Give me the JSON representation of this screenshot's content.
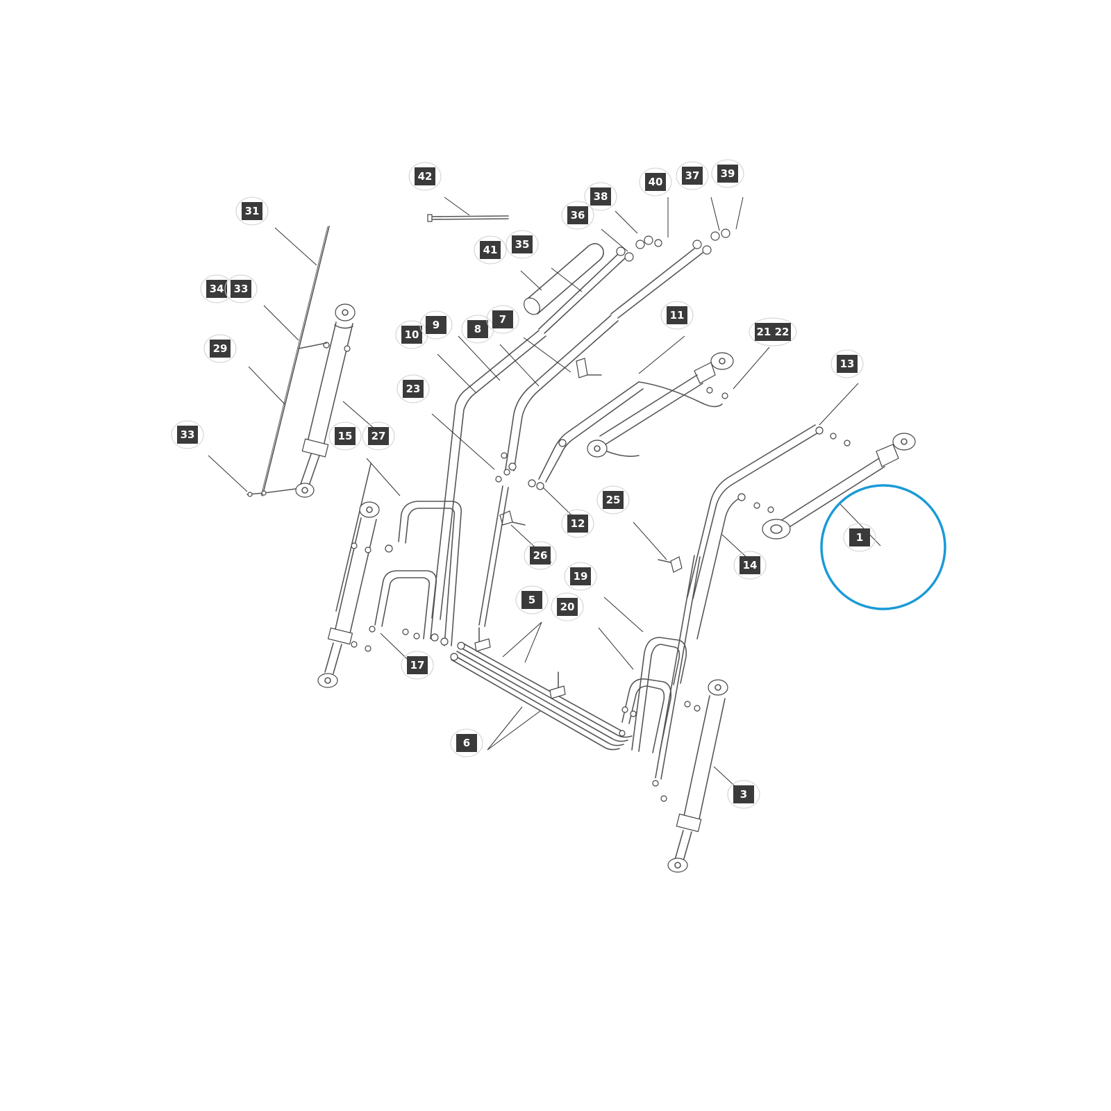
{
  "diagram": {
    "highlight_color": "#1a9ad6",
    "callout_color": "#3a3a3a",
    "callouts": [
      {
        "id": "c42",
        "label": "42"
      },
      {
        "id": "c31",
        "label": "31"
      },
      {
        "id": "c38",
        "label": "38"
      },
      {
        "id": "c40",
        "label": "40"
      },
      {
        "id": "c37",
        "label": "37"
      },
      {
        "id": "c39",
        "label": "39"
      },
      {
        "id": "c36",
        "label": "36"
      },
      {
        "id": "c41",
        "label": "41"
      },
      {
        "id": "c35",
        "label": "35"
      },
      {
        "id": "c34",
        "label": "34"
      },
      {
        "id": "c33a",
        "label": "33"
      },
      {
        "id": "c29",
        "label": "29"
      },
      {
        "id": "c10",
        "label": "10"
      },
      {
        "id": "c9",
        "label": "9"
      },
      {
        "id": "c8",
        "label": "8"
      },
      {
        "id": "c7",
        "label": "7"
      },
      {
        "id": "c11",
        "label": "11"
      },
      {
        "id": "c2122",
        "label": "21  22"
      },
      {
        "id": "c13",
        "label": "13"
      },
      {
        "id": "c23",
        "label": "23"
      },
      {
        "id": "c27",
        "label": "27"
      },
      {
        "id": "c33b",
        "label": "33"
      },
      {
        "id": "c15",
        "label": "15"
      },
      {
        "id": "c12",
        "label": "12"
      },
      {
        "id": "c25",
        "label": "25"
      },
      {
        "id": "c1",
        "label": "1"
      },
      {
        "id": "c26",
        "label": "26"
      },
      {
        "id": "c14",
        "label": "14"
      },
      {
        "id": "c19",
        "label": "19"
      },
      {
        "id": "c5",
        "label": "5"
      },
      {
        "id": "c20",
        "label": "20"
      },
      {
        "id": "c17",
        "label": "17"
      },
      {
        "id": "c6",
        "label": "6"
      },
      {
        "id": "c3",
        "label": "3"
      }
    ]
  }
}
